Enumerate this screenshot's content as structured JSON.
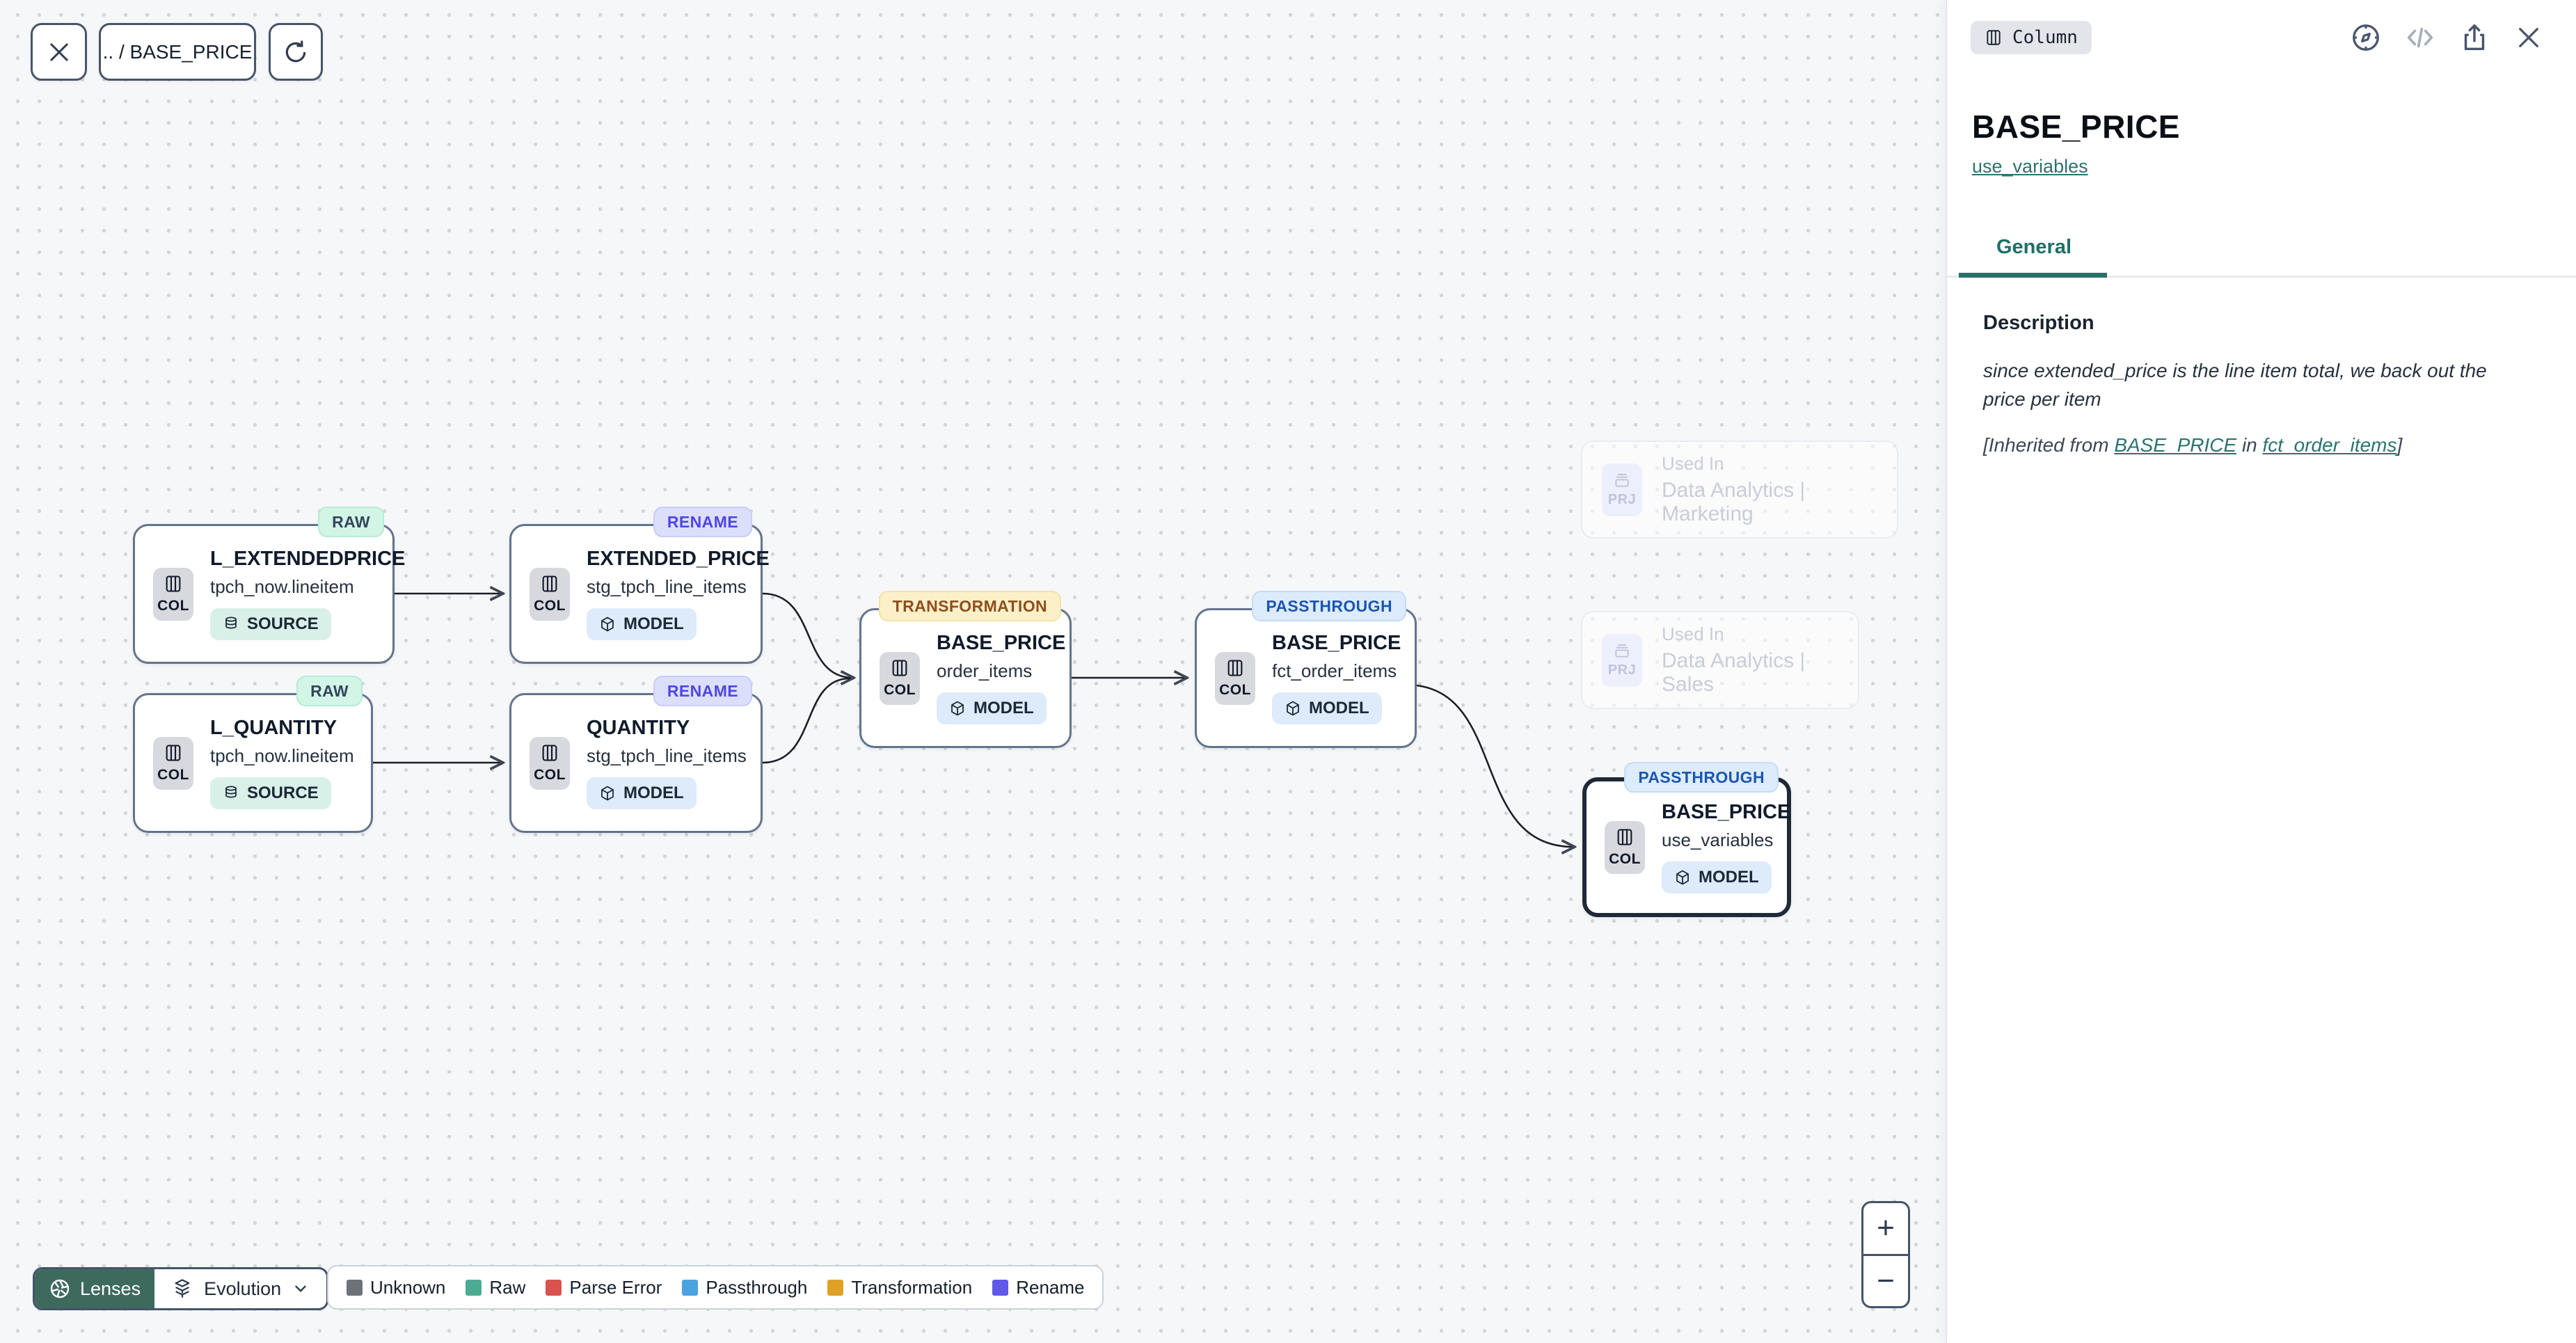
{
  "toolbar": {
    "breadcrumb": ".. / BASE_PRICE",
    "close_icon": "close-icon",
    "refresh_icon": "refresh-icon"
  },
  "nodes": [
    {
      "badge": "RAW",
      "title": "L_EXTENDEDPRICE",
      "subtitle": "tpch_now.lineitem",
      "kind": "SOURCE",
      "icon_label": "COL"
    },
    {
      "badge": "RENAME",
      "title": "EXTENDED_PRICE",
      "subtitle": "stg_tpch_line_items",
      "kind": "MODEL",
      "icon_label": "COL"
    },
    {
      "badge": "RAW",
      "title": "L_QUANTITY",
      "subtitle": "tpch_now.lineitem",
      "kind": "SOURCE",
      "icon_label": "COL"
    },
    {
      "badge": "RENAME",
      "title": "QUANTITY",
      "subtitle": "stg_tpch_line_items",
      "kind": "MODEL",
      "icon_label": "COL"
    },
    {
      "badge": "TRANSFORMATION",
      "title": "BASE_PRICE",
      "subtitle": "order_items",
      "kind": "MODEL",
      "icon_label": "COL"
    },
    {
      "badge": "PASSTHROUGH",
      "title": "BASE_PRICE",
      "subtitle": "fct_order_items",
      "kind": "MODEL",
      "icon_label": "COL"
    },
    {
      "badge": "PASSTHROUGH",
      "title": "BASE_PRICE",
      "subtitle": "use_variables",
      "kind": "MODEL",
      "icon_label": "COL",
      "selected": true
    }
  ],
  "used_in": [
    {
      "icon_label": "PRJ",
      "label": "Used In",
      "project": "Data Analytics | Marketing"
    },
    {
      "icon_label": "PRJ",
      "label": "Used In",
      "project": "Data Analytics | Sales"
    }
  ],
  "controls": {
    "lenses_label": "Lenses",
    "lens_value": "Evolution",
    "lenses_color": "#3e6a5d"
  },
  "legend": {
    "items": [
      {
        "label": "Unknown",
        "color": "#6e7278"
      },
      {
        "label": "Raw",
        "color": "#4cab93"
      },
      {
        "label": "Parse Error",
        "color": "#d9534e"
      },
      {
        "label": "Passthrough",
        "color": "#4aa3df"
      },
      {
        "label": "Transformation",
        "color": "#dfa126"
      },
      {
        "label": "Rename",
        "color": "#6157e8"
      }
    ]
  },
  "zoom_control": {
    "zoom_in": "+",
    "zoom_out": "−"
  },
  "panel": {
    "type_badge": "Column",
    "header_icons": [
      "compass-icon",
      "code-icon",
      "share-icon",
      "close-icon"
    ],
    "title": "BASE_PRICE",
    "model_link": "use_variables",
    "tab_general": "General",
    "description_heading": "Description",
    "description_text": "since extended_price is the line item total, we back out the price per item",
    "inherited": {
      "prefix": "[Inherited from ",
      "link_column": "BASE_PRICE",
      "middle": " in ",
      "link_model": "fct_order_items",
      "suffix": "]"
    },
    "accent_color": "#2b6f69"
  }
}
